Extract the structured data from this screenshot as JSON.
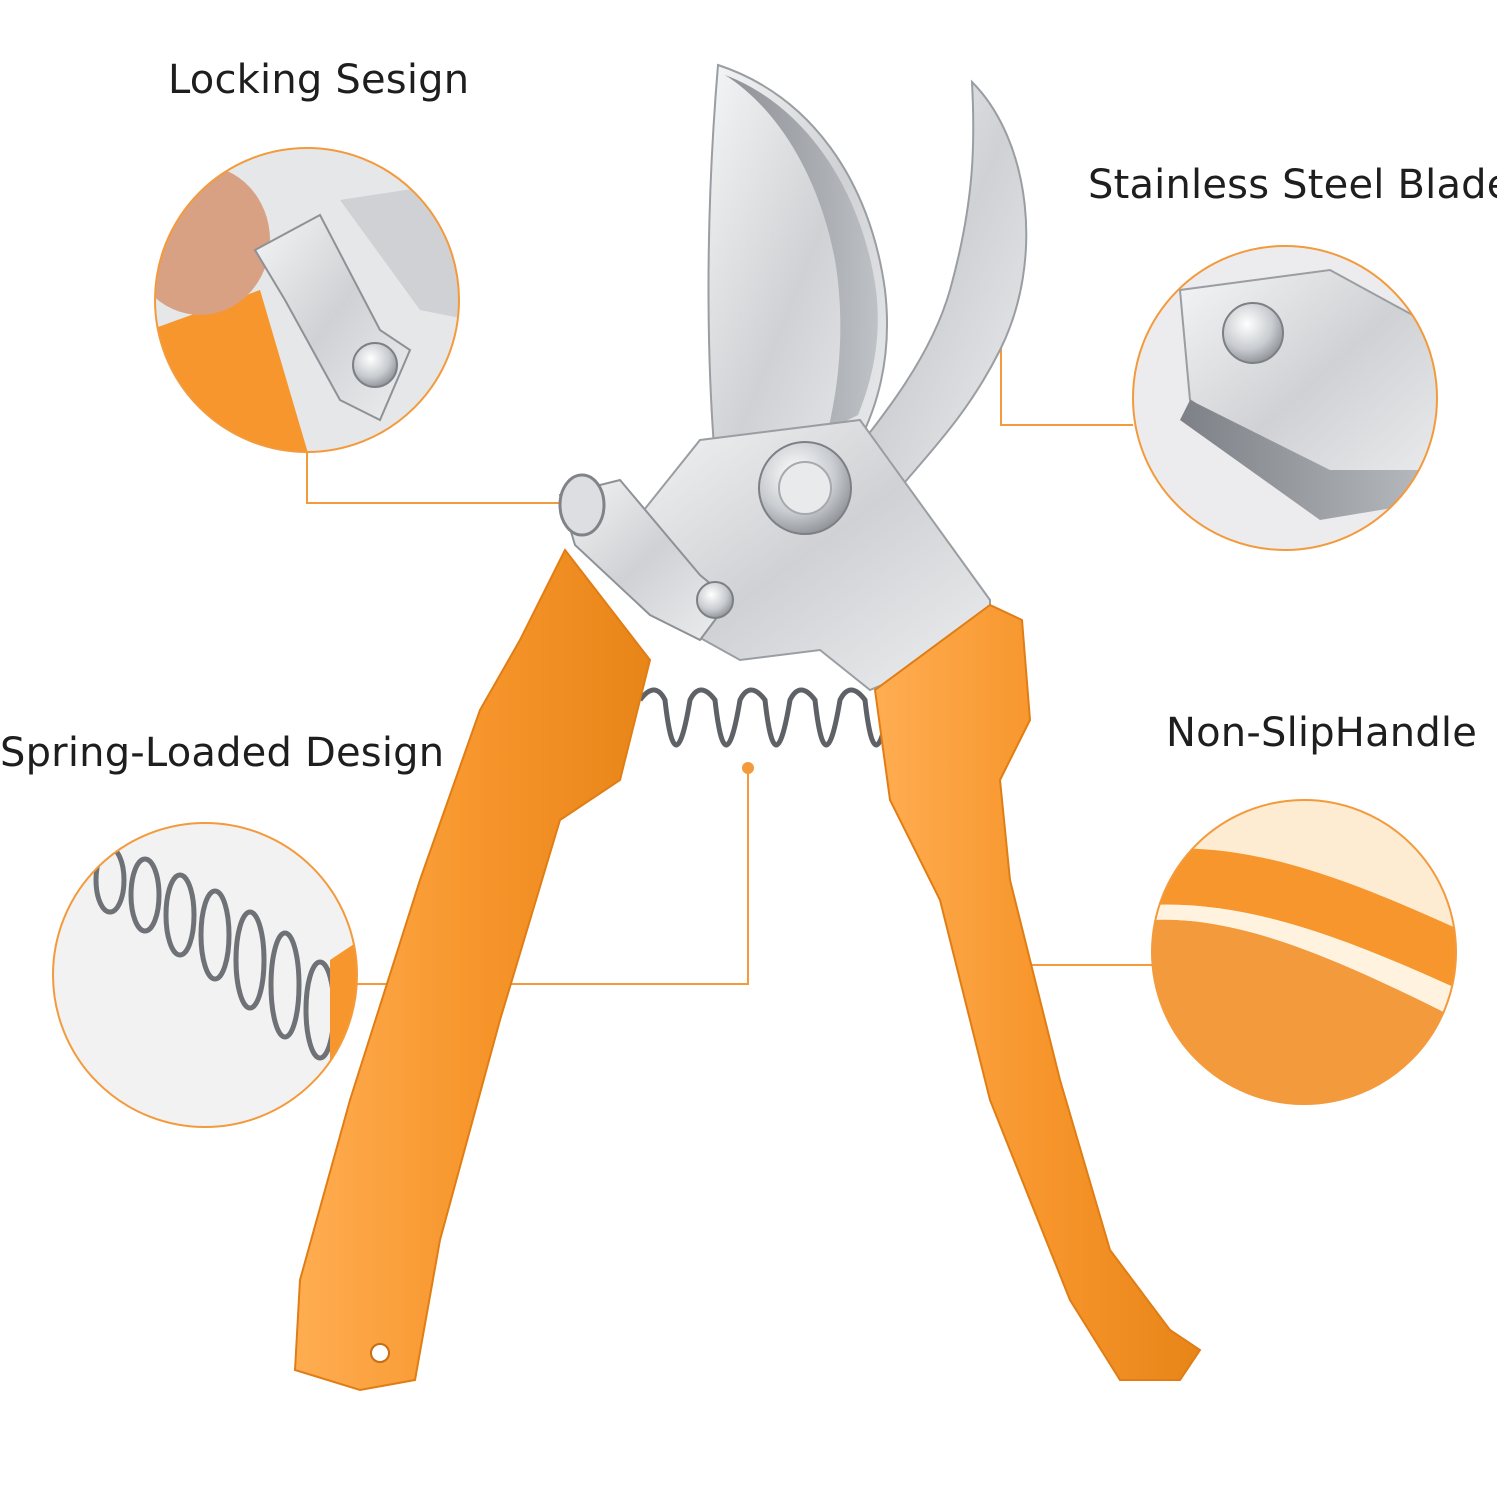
{
  "labels": {
    "locking": "Locking Sesign",
    "blades": "Stainless Steel Blades",
    "spring": "Spring-Loaded Design",
    "handle": "Non-SlipHandle"
  },
  "colors": {
    "accent": "#f39a3c",
    "handle": "#f7962c",
    "handle_shadow": "#e67f1a",
    "steel": "#d9dadc",
    "steel_dark": "#8e9196",
    "text": "#1e1e1e"
  },
  "icons": {
    "tool": "pruning-shears-illustration",
    "detail_lock": "locking-mechanism-closeup",
    "detail_blade": "blade-pivot-closeup",
    "detail_spring": "spring-closeup",
    "detail_handle": "handle-closeup"
  }
}
